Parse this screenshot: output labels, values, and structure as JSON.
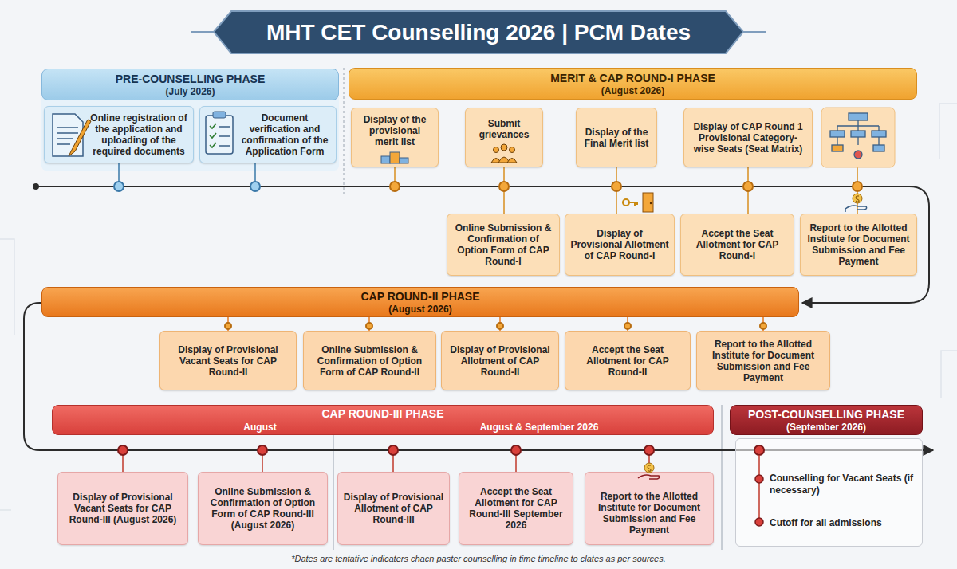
{
  "diagram": {
    "title": "MHT CET Counselling 2026 | PCM Dates",
    "caption": "*Dates are tentative indicaters chacn paster counselling in time timeline to clates as per sources.",
    "nodes": [
      {
        "text": [
          "PRE-COUNSELLING PHASE",
          "(July 2026)"
        ]
      },
      {
        "text": [
          "Online registration of the application and uploading of the required documents"
        ]
      },
      {
        "text": [
          "Document verification and confirmation of the Application Form"
        ]
      },
      {
        "text": [
          "MERIT & CAP ROUND-I PHASE",
          "(August 2026)"
        ]
      },
      {
        "text": [
          "Display of the provisional merit list"
        ]
      },
      {
        "text": [
          "Submit grievances"
        ]
      },
      {
        "text": [
          "Display of the Final Merit list"
        ]
      },
      {
        "text": [
          "Display of CAP Round 1 Provisional Category-wise Seats (Seat Matrix)"
        ]
      },
      {
        "text": [
          "Online Submission & Confirmation of Option Form of CAP Round-I"
        ]
      },
      {
        "text": [
          "Display of Provisional Allotment of CAP Round-I"
        ]
      },
      {
        "text": [
          "Accept the Seat Allotment for CAP Round-I"
        ]
      },
      {
        "text": [
          "Report to the Allotted Institute for Document Submission and Fee Payment"
        ]
      },
      {
        "text": [
          "CAP ROUND-II PHASE",
          "(August 2026)"
        ]
      },
      {
        "text": [
          "Display of Provisional Vacant Seats for CAP Round-II"
        ]
      },
      {
        "text": [
          "Online Submission & Confirmation of Option Form of CAP Round-II"
        ]
      },
      {
        "text": [
          "Display of Provisional Allotment of CAP Round-II"
        ]
      },
      {
        "text": [
          "Accept the Seat Allotment for CAP Round-II"
        ]
      },
      {
        "text": [
          "Report to the Allotted Institute for Document Submission and Fee Payment"
        ]
      },
      {
        "text": [
          "CAP ROUND-III PHASE",
          "August",
          "August & September 2026"
        ]
      },
      {
        "text": [
          "Display of Provisional Vacant Seats for CAP Round-III (August 2026)"
        ]
      },
      {
        "text": [
          "Online Submission & Confirmation of Option Form of CAP Round-III (August 2026)"
        ]
      },
      {
        "text": [
          "Display of Provisional Allotment of CAP Round-III"
        ]
      },
      {
        "text": [
          "Accept the Seat Allotment for CAP Round-III September 2026"
        ]
      },
      {
        "text": [
          "Report to the Allotted Institute for Document Submission and Fee Payment"
        ]
      },
      {
        "text": [
          "POST-COUNSELLING PHASE",
          "(September 2026)"
        ]
      },
      {
        "text": [
          "Counselling for Vacant Seats (if necessary)",
          "Cutoff for all admissions"
        ]
      }
    ]
  }
}
